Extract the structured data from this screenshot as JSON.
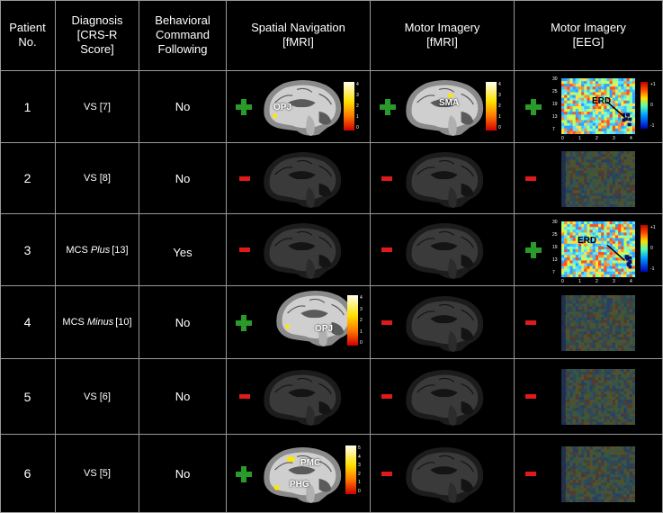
{
  "headers": [
    "Patient\nNo.",
    "Diagnosis\n[CRS-R\nScore]",
    "Behavioral\nCommand\nFollowing",
    "Spatial Navigation\n[fMRI]",
    "Motor Imagery\n[fMRI]",
    "Motor Imagery\n[EEG]"
  ],
  "rows": [
    {
      "patient": "1",
      "diag_prefix": "VS",
      "diag_italic": "",
      "diag_score": "[7]",
      "behavioral": "No",
      "spatial": "positive",
      "motor_fmri": "positive",
      "motor_eeg": "positive",
      "spatial_label": "OPJ",
      "motor_label": "SMA",
      "eeg_label": "ERD"
    },
    {
      "patient": "2",
      "diag_prefix": "VS",
      "diag_italic": "",
      "diag_score": "[8]",
      "behavioral": "No",
      "spatial": "negative",
      "motor_fmri": "negative",
      "motor_eeg": "negative"
    },
    {
      "patient": "3",
      "diag_prefix": "MCS",
      "diag_italic": "Plus",
      "diag_score": "[13]",
      "behavioral": "Yes",
      "spatial": "negative",
      "motor_fmri": "negative",
      "motor_eeg": "positive",
      "eeg_label": "ERD"
    },
    {
      "patient": "4",
      "diag_prefix": "MCS",
      "diag_italic": "Minus",
      "diag_score": "[10]",
      "behavioral": "No",
      "spatial": "positive",
      "motor_fmri": "negative",
      "motor_eeg": "negative",
      "spatial_label": "OPJ"
    },
    {
      "patient": "5",
      "diag_prefix": "VS",
      "diag_italic": "",
      "diag_score": "[6]",
      "behavioral": "No",
      "spatial": "negative",
      "motor_fmri": "negative",
      "motor_eeg": "negative"
    },
    {
      "patient": "6",
      "diag_prefix": "VS",
      "diag_italic": "",
      "diag_score": "[5]",
      "behavioral": "No",
      "spatial": "positive",
      "motor_fmri": "negative",
      "motor_eeg": "negative",
      "spatial_label": "PMC",
      "spatial_label2": "PHG"
    }
  ],
  "fmri_colorbar_ticks": [
    "4",
    "3",
    "2",
    "1",
    "0"
  ],
  "fmri_colorbar_ticks_6": [
    "5",
    "4",
    "3",
    "2",
    "1",
    "0"
  ],
  "eeg_yticks": [
    "30",
    "25",
    "19",
    "13",
    "7"
  ],
  "eeg_xticks": [
    "0",
    "1",
    "2",
    "3",
    "4"
  ],
  "eeg_cbar_ticks": [
    "+1",
    "0",
    "-1"
  ],
  "colors": {
    "positive": "#2a9a2a",
    "negative": "#e01a1a",
    "grid": "#9a9a9a"
  }
}
